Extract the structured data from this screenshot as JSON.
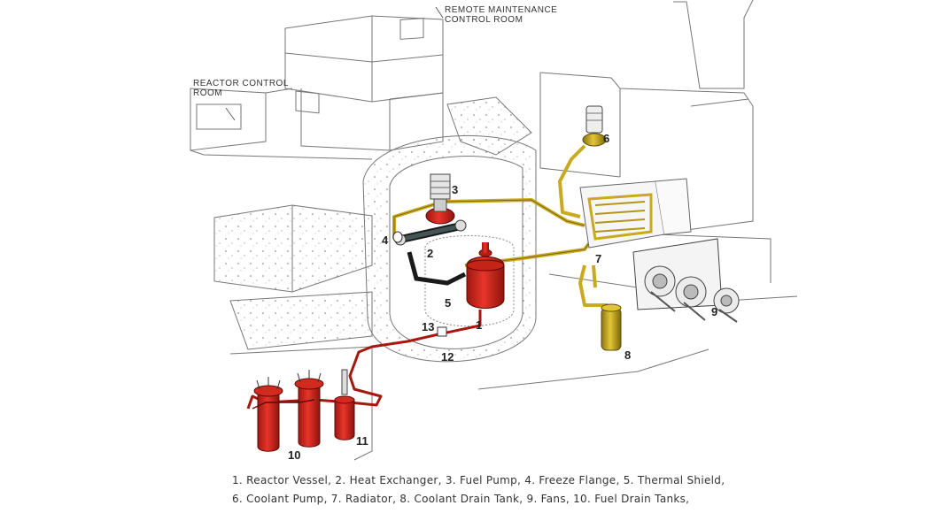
{
  "rooms": {
    "remote_maintenance": [
      "REMOTE MAINTENANCE",
      "CONTROL ROOM"
    ],
    "reactor_control": [
      "REACTOR CONTROL",
      "ROOM"
    ]
  },
  "callouts": [
    {
      "id": "reactor-vessel",
      "num": "1"
    },
    {
      "id": "heat-exchanger",
      "num": "2"
    },
    {
      "id": "fuel-pump",
      "num": "3"
    },
    {
      "id": "freeze-flange",
      "num": "4"
    },
    {
      "id": "thermal-shield",
      "num": "5"
    },
    {
      "id": "coolant-pump",
      "num": "6"
    },
    {
      "id": "radiator",
      "num": "7"
    },
    {
      "id": "coolant-drain-tank",
      "num": "8"
    },
    {
      "id": "fans",
      "num": "9"
    },
    {
      "id": "fuel-drain-tanks",
      "num": "10"
    },
    {
      "id": "item-11",
      "num": "11"
    },
    {
      "id": "item-12",
      "num": "12"
    },
    {
      "id": "item-13",
      "num": "13"
    }
  ],
  "caption": {
    "line1": "1.  Reactor Vessel, 2.  Heat Exchanger, 3.  Fuel Pump, 4.  Freeze Flange, 5.  Thermal Shield,",
    "line2": "6.  Coolant Pump, 7.  Radiator, 8.  Coolant Drain Tank, 9.  Fans, 10.  Fuel Drain Tanks,"
  },
  "colors": {
    "fuel_salt": "#d8261b",
    "coolant_salt": "#c9a91f",
    "line": "#555555"
  }
}
